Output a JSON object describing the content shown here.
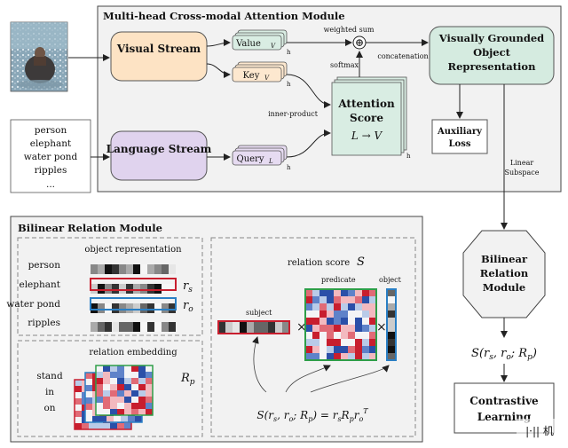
{
  "top_module": {
    "title": "Multi-head Cross-modal Attention Module",
    "visual_stream": "Visual Stream",
    "language_stream": "Language Stream",
    "value_label": "Value",
    "value_sub": "V",
    "key_label": "Key",
    "key_sub": "V",
    "query_label": "Query",
    "query_sub": "L",
    "head_mark": "h",
    "weighted_sum": "weighted sum",
    "softmax": "softmax",
    "concatenation": "concatenation",
    "inner_product": "inner-product",
    "attention_title": "Attention Score",
    "attention_formula": "L → V",
    "vgor": [
      "Visually Grounded",
      "Object",
      "Representation"
    ],
    "aux_loss": [
      "Auxiliary",
      "Loss"
    ],
    "plus": "⊕"
  },
  "phrases": [
    "person",
    "elephant",
    "water pond",
    "ripples",
    "..."
  ],
  "side": {
    "linear_subspace": [
      "Linear",
      "Subspace"
    ],
    "bilinear": [
      "Bilinear",
      "Relation",
      "Module"
    ],
    "score_formula": "S(rs, ro; Rp)",
    "contrastive": [
      "Contrastive",
      "Learning"
    ]
  },
  "bottom_module": {
    "title": "Bilinear Relation Module",
    "object_representation": "object representation",
    "objects": [
      "person",
      "elephant",
      "water pond",
      "ripples"
    ],
    "rs": "rs",
    "ro": "ro",
    "relation_embedding": "relation embedding",
    "relations": [
      "stand",
      "in",
      "on"
    ],
    "rp": "Rp",
    "relation_score": "relation score",
    "S": "S",
    "subject": "subject",
    "predicate": "predicate",
    "object": "object",
    "times": "×",
    "formula": "S(rs, ro; Rp) = rs Rp ro^T"
  },
  "colors": {
    "visual_stream": "#fde3c4",
    "language_stream": "#e0d3ee",
    "value_box": "#d9ede3",
    "key_box": "#fde8cf",
    "query_box": "#e6dbf1",
    "vgor": "#d5ebe0",
    "module_bg": "#f2f2f2",
    "red": "#c81e2e",
    "green": "#2e9e48",
    "blue": "#2a7fc4"
  }
}
